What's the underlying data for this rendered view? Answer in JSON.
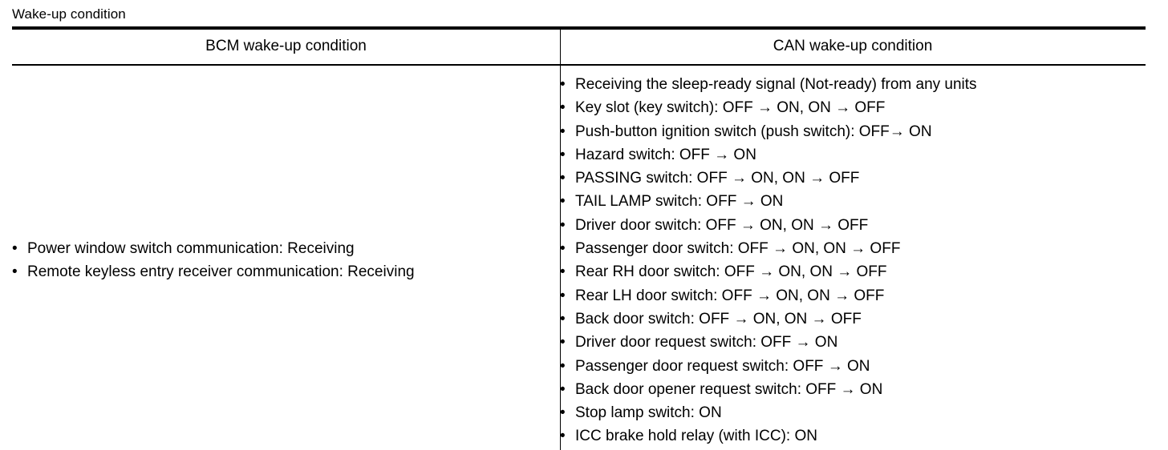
{
  "caption": "Wake-up condition",
  "bullet_glyph": "•",
  "table": {
    "headers": [
      "BCM wake-up condition",
      "CAN wake-up condition"
    ],
    "bcm_items": [
      "Power window switch communication: Receiving",
      "Remote keyless entry receiver communication: Receiving"
    ],
    "can_items": [
      "Receiving the sleep-ready signal (Not-ready) from any units",
      "Key slot (key switch): OFF → ON, ON → OFF",
      "Push-button ignition switch (push switch): OFF→ ON",
      "Hazard switch: OFF → ON",
      "PASSING switch: OFF → ON, ON → OFF",
      "TAIL LAMP switch: OFF → ON",
      "Driver door switch: OFF → ON, ON → OFF",
      "Passenger door switch: OFF → ON, ON → OFF",
      "Rear RH door switch: OFF → ON, ON → OFF",
      "Rear LH door switch: OFF → ON, ON → OFF",
      "Back door switch: OFF → ON, ON → OFF",
      "Driver door request switch: OFF → ON",
      "Passenger door request switch: OFF → ON",
      "Back door opener request switch: OFF → ON",
      "Stop lamp switch: ON",
      "ICC brake hold relay (with ICC): ON"
    ]
  },
  "colors": {
    "rule": "#000000",
    "text": "#000000",
    "background": "#ffffff"
  }
}
